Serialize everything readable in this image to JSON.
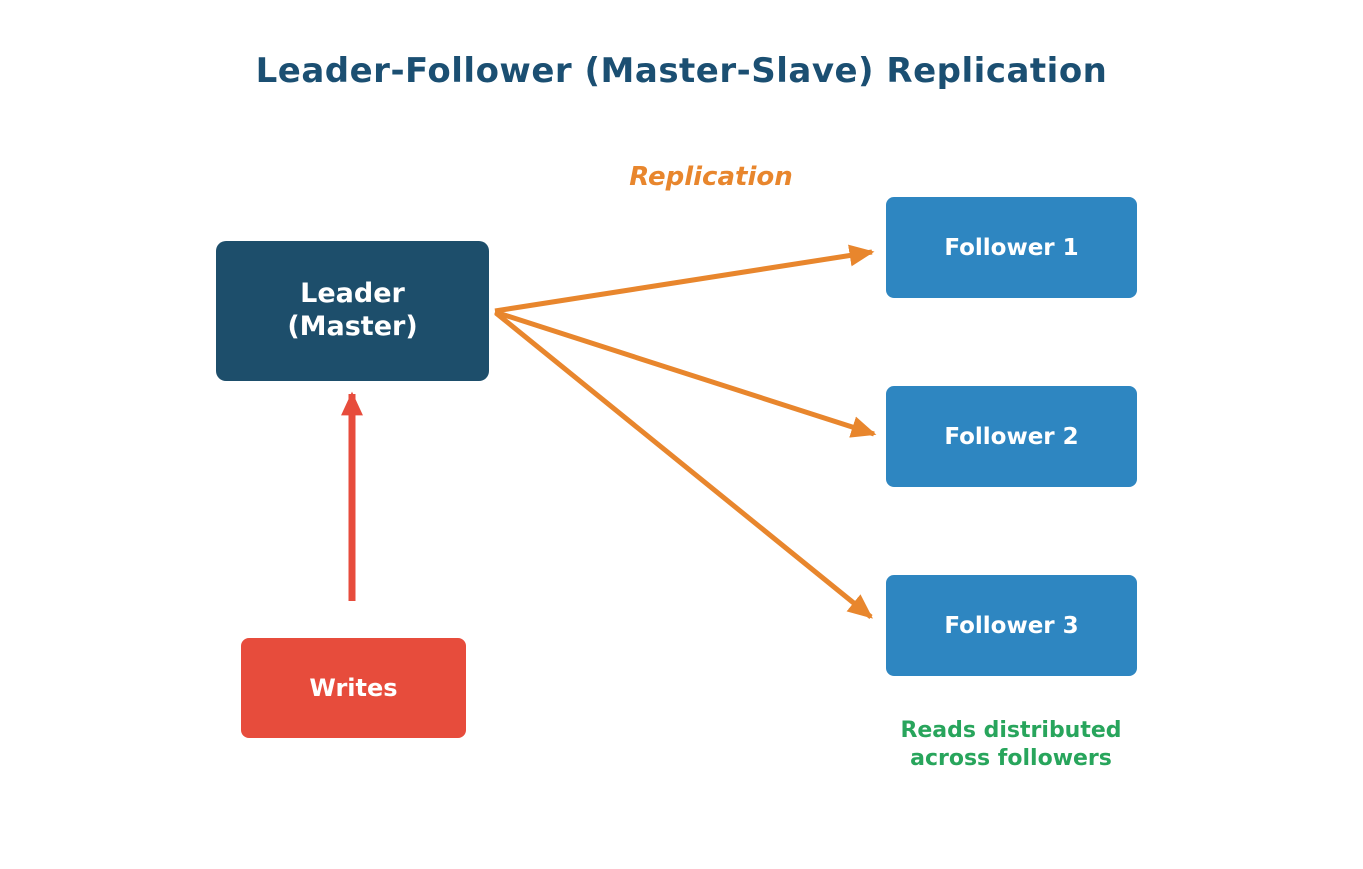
{
  "title": "Leader-Follower (Master-Slave) Replication",
  "nodes": {
    "leader": {
      "label": "Leader\n(Master)"
    },
    "follower1": {
      "label": "Follower 1"
    },
    "follower2": {
      "label": "Follower 2"
    },
    "follower3": {
      "label": "Follower 3"
    },
    "writes": {
      "label": "Writes"
    }
  },
  "annotations": {
    "replication_label": "Replication",
    "reads_label": "Reads distributed\nacross followers"
  },
  "colors": {
    "title_text": "#1b4f72",
    "leader_bg": "#1d4e6b",
    "follower_bg": "#2e86c1",
    "writes_bg": "#e74c3c",
    "node_text": "#ffffff",
    "arrow_orange": "#e8862d",
    "arrow_red": "#e74c3c",
    "replication_text": "#e8862d",
    "reads_text": "#28a55c"
  }
}
